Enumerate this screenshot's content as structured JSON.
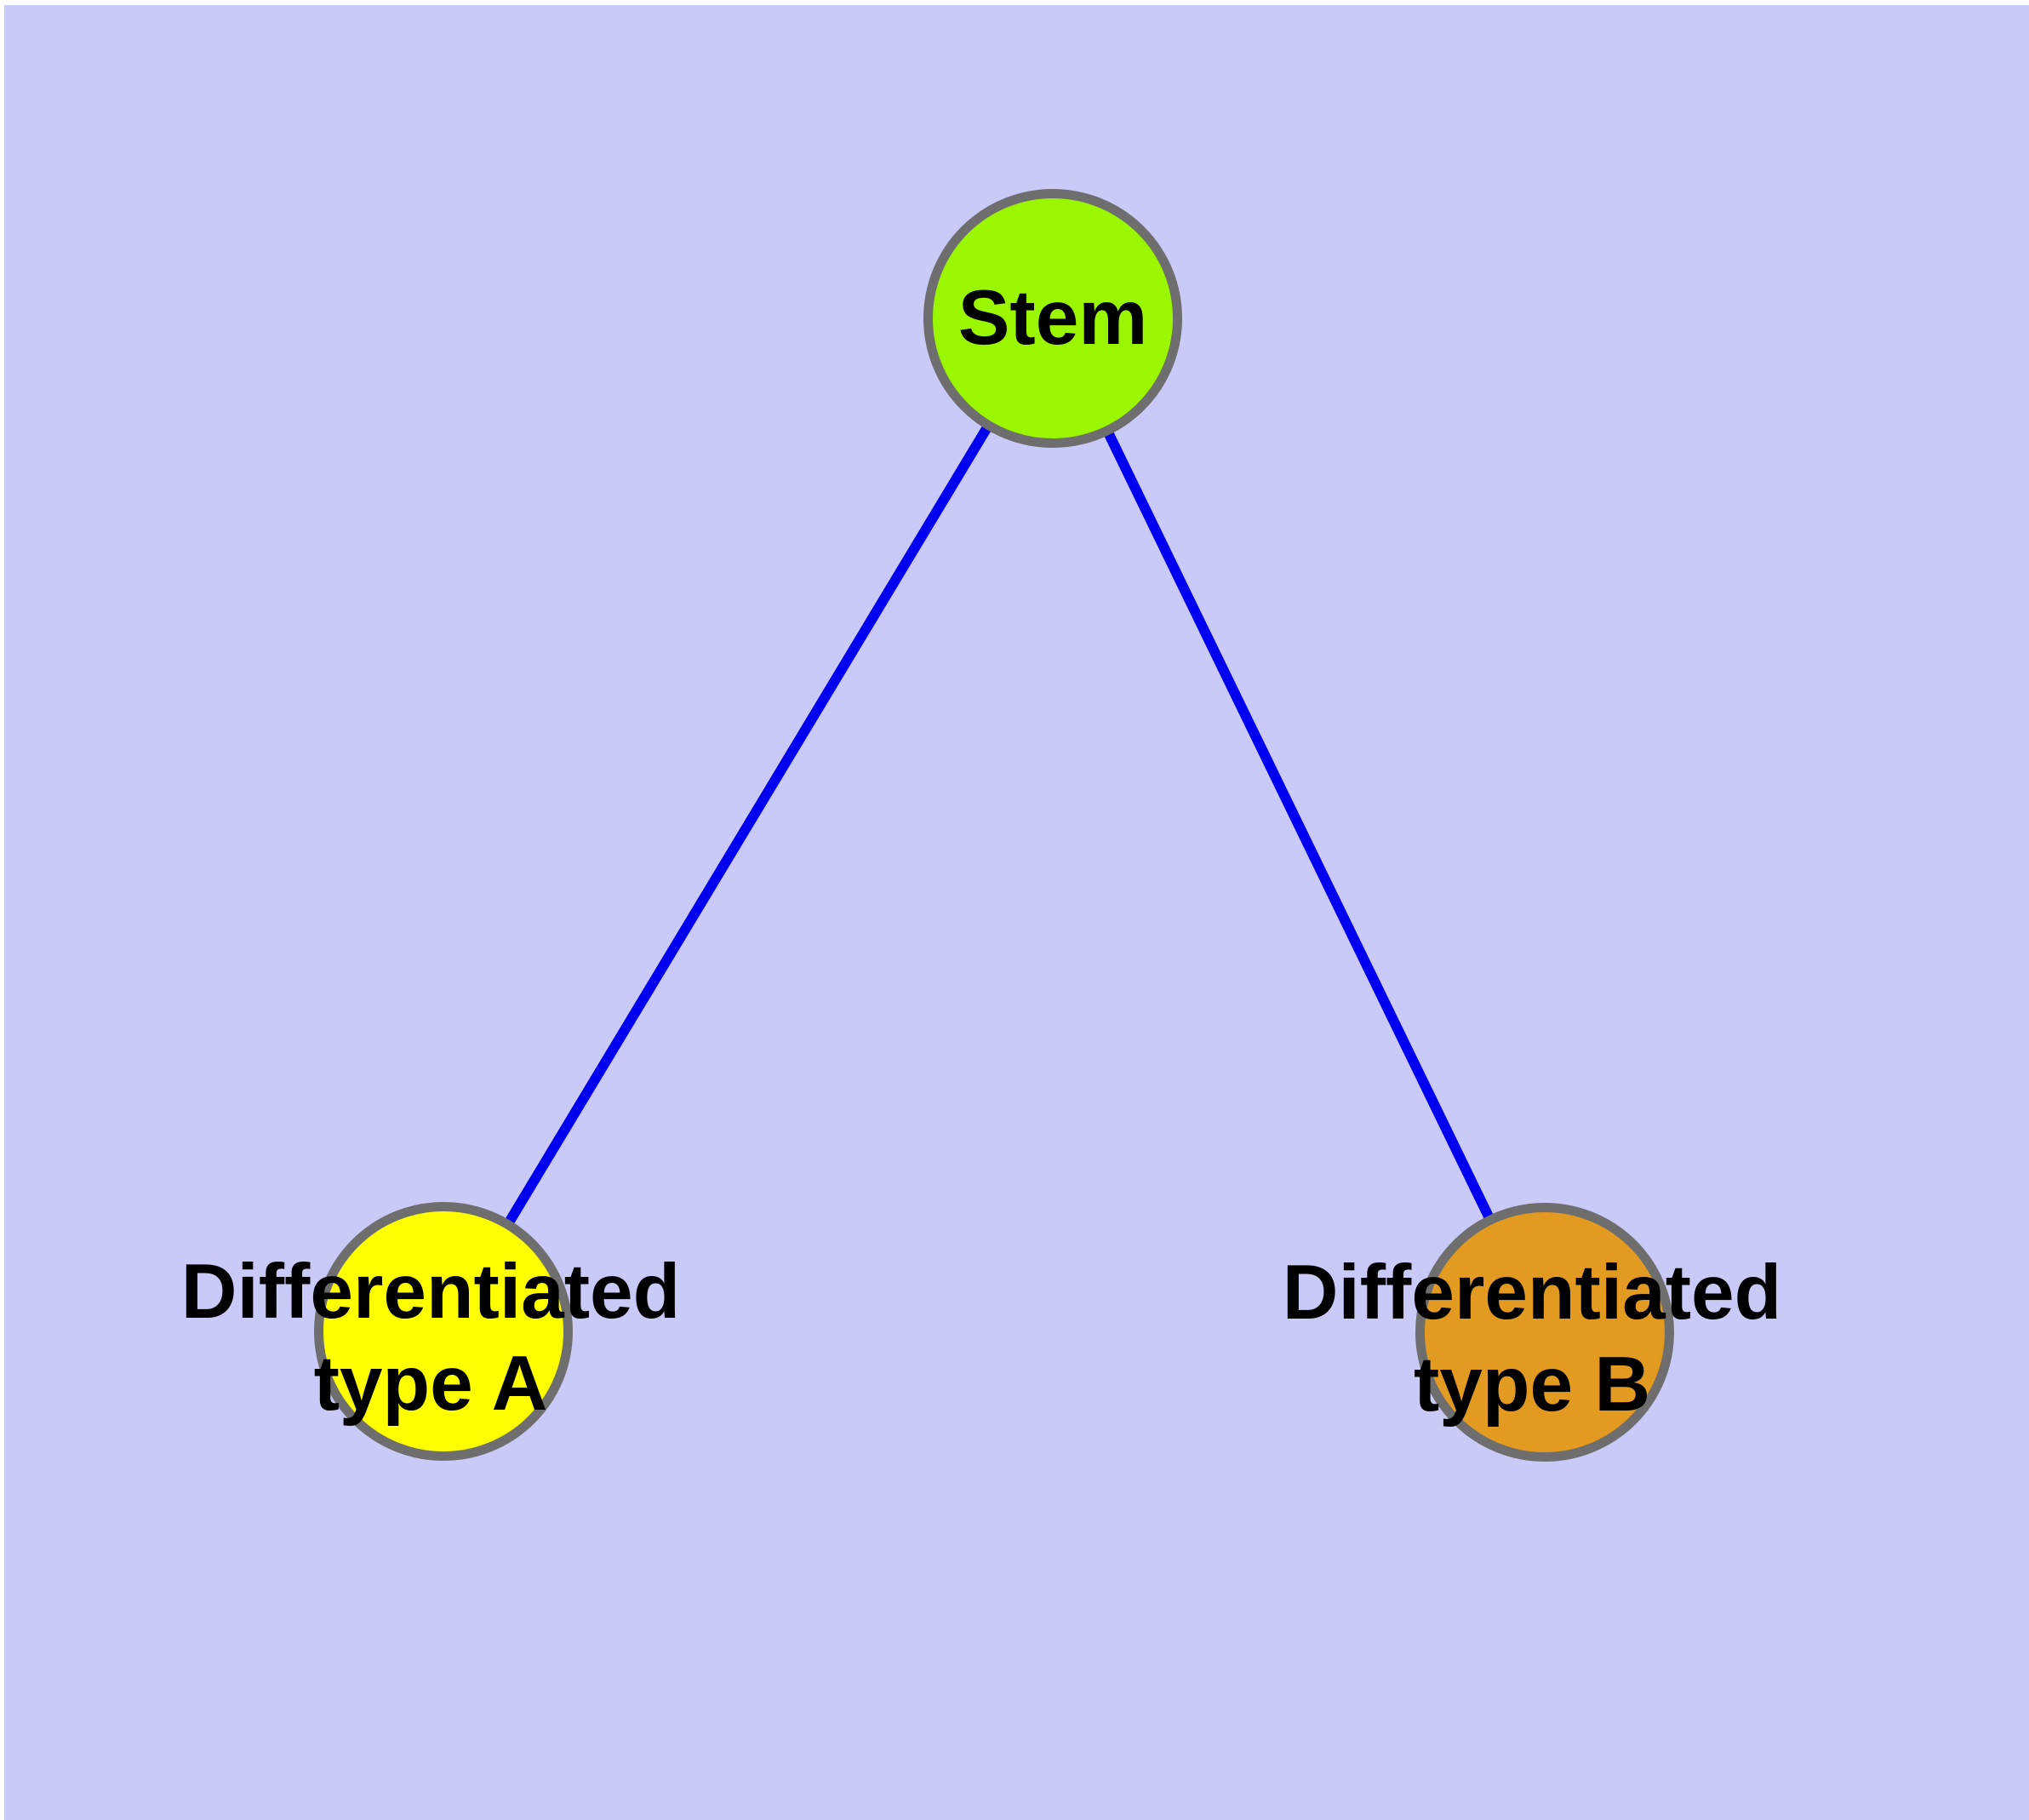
{
  "diagram": {
    "type": "graph",
    "background_color": "#cacaf8",
    "frame_color": "#ffffff",
    "edge_color": "#0000ee",
    "node_border_color": "#6e6e6e",
    "label_color": "#000000",
    "nodes": [
      {
        "id": "stem",
        "label": "Stem",
        "fill": "#9bf700"
      },
      {
        "id": "differentiated-type-a",
        "label": "Differentiated\ntype A",
        "fill": "#ffff00"
      },
      {
        "id": "differentiated-type-b",
        "label": "Differentiated\ntype B",
        "fill": "#e29b20"
      }
    ],
    "edges": [
      {
        "from": "stem",
        "to": "differentiated-type-a"
      },
      {
        "from": "stem",
        "to": "differentiated-type-b"
      }
    ]
  }
}
